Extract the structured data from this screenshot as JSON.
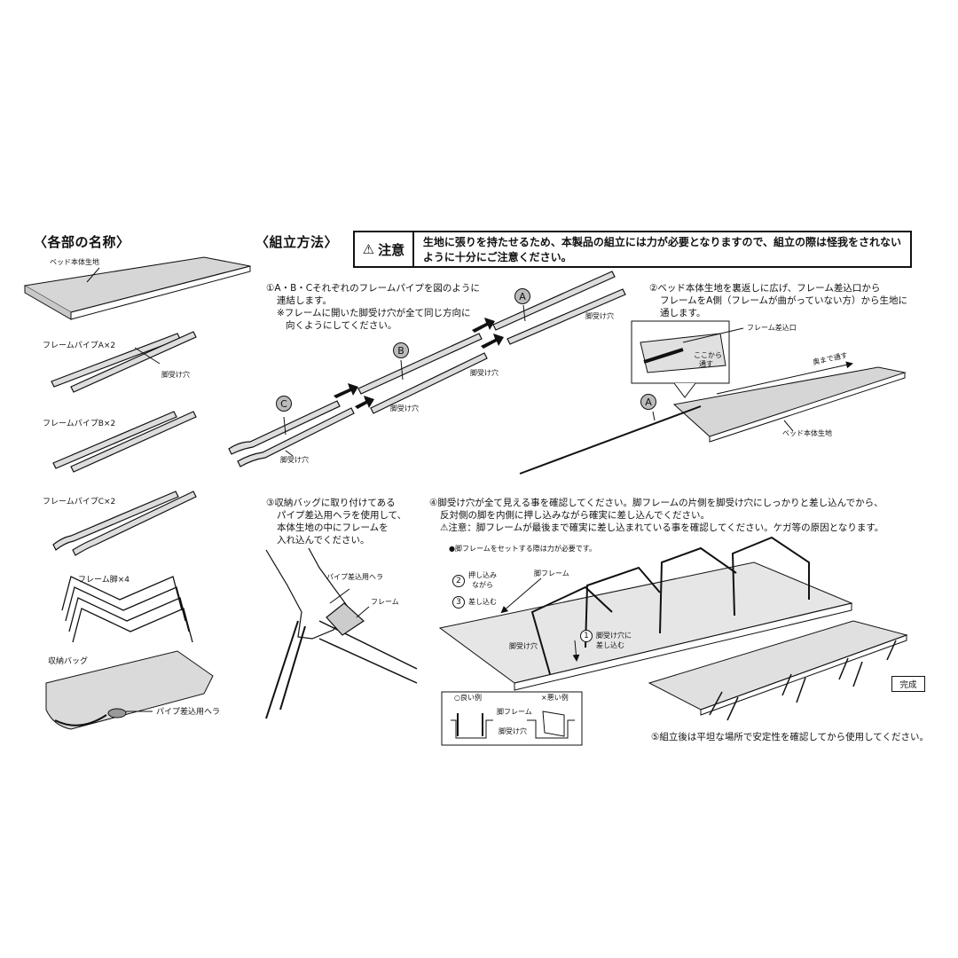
{
  "parts": {
    "heading": "〈各部の名称〉",
    "bed_fabric": "ベッド本体生地",
    "pipe_a": "フレームパイプA×2",
    "leg_hole": "脚受け穴",
    "pipe_b": "フレームパイプB×2",
    "pipe_c": "フレームパイプC×2",
    "legs": "フレーム脚×4",
    "bag": "収納バッグ",
    "spatula": "パイプ差込用ヘラ"
  },
  "assembly": {
    "heading": "〈組立方法〉",
    "caution_title": "注意",
    "caution_line1": "生地に張りを持たせるため、本製品の組立には力が必要となりますので、組立の際は怪我をされない",
    "caution_line2": "ように十分にご注意ください。"
  },
  "step1": {
    "line1": "①A・B・Cそれぞれのフレームパイプを図のように",
    "line2": "連結します。",
    "line3": "※フレームに開いた脚受け穴が全て同じ方向に",
    "line4": "向くようにしてください。",
    "label_a": "A",
    "label_b": "B",
    "label_c": "C",
    "hole_a": "脚受け穴",
    "hole_b1": "脚受け穴",
    "hole_b2": "脚受け穴",
    "hole_c": "脚受け穴"
  },
  "step2": {
    "line1": "②ベッド本体生地を裏返しに広げ、フレーム差込口から",
    "line2": "フレームをA側（フレームが曲がっていない方）から生地に",
    "line3": "通します。",
    "frame_slot": "フレーム差込口",
    "from_here1": "ここから",
    "from_here2": "通す",
    "to_back": "奥まで通す",
    "label_a": "A",
    "bed_fabric": "ベッド本体生地"
  },
  "step3": {
    "line1": "③収納バッグに取り付けてある",
    "line2": "パイプ差込用ヘラを使用して、",
    "line3": "本体生地の中にフレームを",
    "line4": "入れ込んでください。",
    "spatula": "パイプ差込用ヘラ",
    "frame": "フレーム"
  },
  "step4": {
    "line1": "④脚受け穴が全て見える事を確認してください。脚フレームの片側を脚受け穴にしっかりと差し込んでから、",
    "line2": "反対側の脚を内側に押し込みながら確実に差し込んでください。",
    "line3": "⚠注意：脚フレームが最後まで確実に差し込まれている事を確認してください。ケガ等の原因となります。",
    "note": "●脚フレームをセットする際は力が必要です。",
    "n1": "1",
    "n2": "2",
    "n3": "3",
    "push1": "押し込み",
    "push2": "ながら",
    "leg_frame": "脚フレーム",
    "insert": "差し込む",
    "insert_hole1": "脚受け穴に",
    "insert_hole2": "差し込む",
    "leg_hole": "脚受け穴",
    "good": "○良い例",
    "bad": "×悪い例",
    "inset_leg_frame": "脚フレーム",
    "inset_leg_hole": "脚受け穴"
  },
  "step5": {
    "done": "完成",
    "line1": "⑤組立後は平坦な場所で安定性を確認してから使用してください。"
  }
}
